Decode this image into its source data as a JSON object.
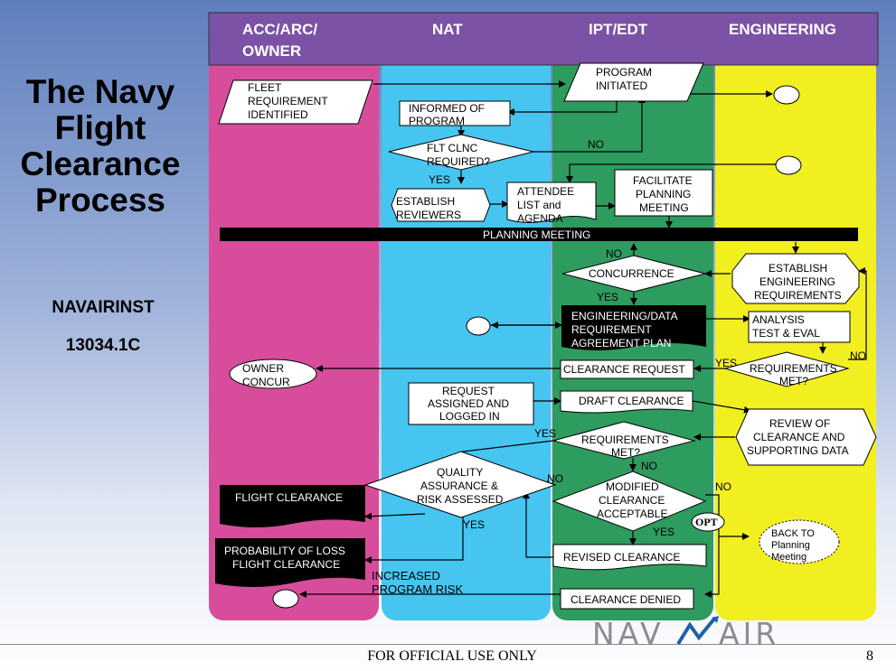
{
  "slide": {
    "title_lines": [
      "The Navy",
      "Flight",
      "Clearance",
      "Process"
    ],
    "instruction_line1": "NAVAIRINST",
    "instruction_line2": "13034.1C",
    "footer": "FOR OFFICIAL USE ONLY",
    "page_number": "8",
    "logo_left": "NAV",
    "logo_right": "AIR"
  },
  "lanes": [
    {
      "line1": "ACC/ARC/",
      "line2": "OWNER",
      "color": "#d74d9c"
    },
    {
      "line1": "NAT",
      "line2": "",
      "color": "#46c5f0"
    },
    {
      "line1": "IPT/EDT",
      "line2": "",
      "color": "#2e9b5f"
    },
    {
      "line1": "ENGINEERING",
      "line2": "",
      "color": "#f2ef21"
    }
  ],
  "header_color": "#7b52a6",
  "nodes": {
    "fleet_req": [
      "FLEET",
      "REQUIREMENT",
      "IDENTIFIED"
    ],
    "program_initiated": [
      "PROGRAM",
      "INITIATED"
    ],
    "informed": [
      "INFORMED OF",
      "PROGRAM"
    ],
    "flt_clnc": [
      "FLT CLNC",
      "REQUIRED?"
    ],
    "establish_reviewers": [
      "ESTABLISH",
      "REVIEWERS"
    ],
    "attendee": [
      "ATTENDEE",
      "LIST and",
      "AGENDA"
    ],
    "facilitate": [
      "FACILITATE",
      "PLANNING",
      "MEETING"
    ],
    "planning_meeting": "PLANNING MEETING",
    "concurrence": "CONCURRENCE",
    "establish_eng": [
      "ESTABLISH",
      "ENGINEERING",
      "REQUIREMENTS"
    ],
    "edra": [
      "ENGINEERING/DATA",
      "REQUIREMENT",
      "AGREEMENT PLAN"
    ],
    "analysis": [
      "ANALYSIS",
      "TEST & EVAL"
    ],
    "owner_concur": [
      "OWNER",
      "CONCUR"
    ],
    "clearance_request": "CLEARANCE REQUEST",
    "req_met_1": [
      "REQUIREMENTS",
      "MET?"
    ],
    "request_assigned": [
      "REQUEST",
      "ASSIGNED AND",
      "LOGGED IN"
    ],
    "draft_clearance": "DRAFT CLEARANCE",
    "review_clearance": [
      "REVIEW OF",
      "CLEARANCE AND",
      "SUPPORTING DATA"
    ],
    "req_met_2": [
      "REQUIREMENTS",
      "MET?"
    ],
    "qa": [
      "QUALITY",
      "ASSURANCE &",
      "RISK ASSESSED"
    ],
    "modified": [
      "MODIFIED",
      "CLEARANCE",
      "ACCEPTABLE"
    ],
    "flight_clearance": "FLIGHT CLEARANCE",
    "prob_loss": [
      "PROBABILITY OF LOSS",
      "FLIGHT CLEARANCE"
    ],
    "revised": "REVISED CLEARANCE",
    "back_to": [
      "BACK TO",
      "Planning",
      "Meeting"
    ],
    "opt": "OPT",
    "increased_risk": [
      "INCREASED",
      "PROGRAM RISK"
    ],
    "clearance_denied": "CLEARANCE DENIED"
  },
  "labels": {
    "yes": "YES",
    "no": "NO"
  }
}
